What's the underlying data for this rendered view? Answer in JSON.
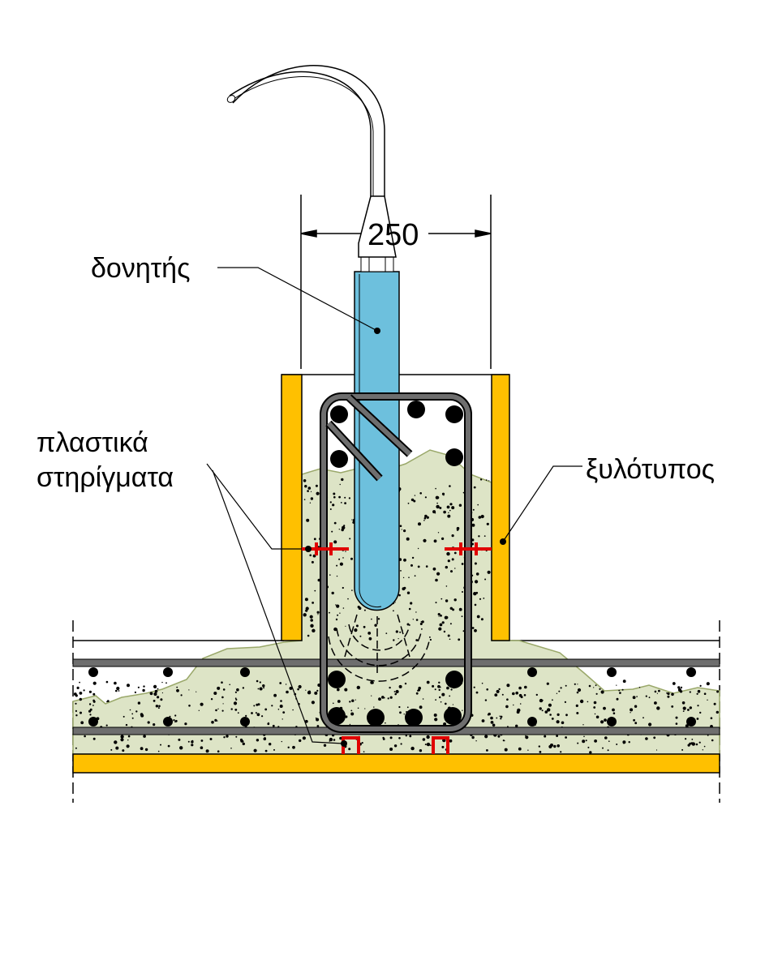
{
  "labels": {
    "vibrator": "δονητής",
    "spacers_line1": "πλαστικά",
    "spacers_line2": "στηρίγματα",
    "formwork": "ξυλότυπος"
  },
  "dimension": "250",
  "colors": {
    "formwork": "#FFC000",
    "concrete": "#DDE4C6",
    "vibrator": "#6DC0DD",
    "rebar": "#6E6E6E",
    "spacer": "#E00000"
  }
}
